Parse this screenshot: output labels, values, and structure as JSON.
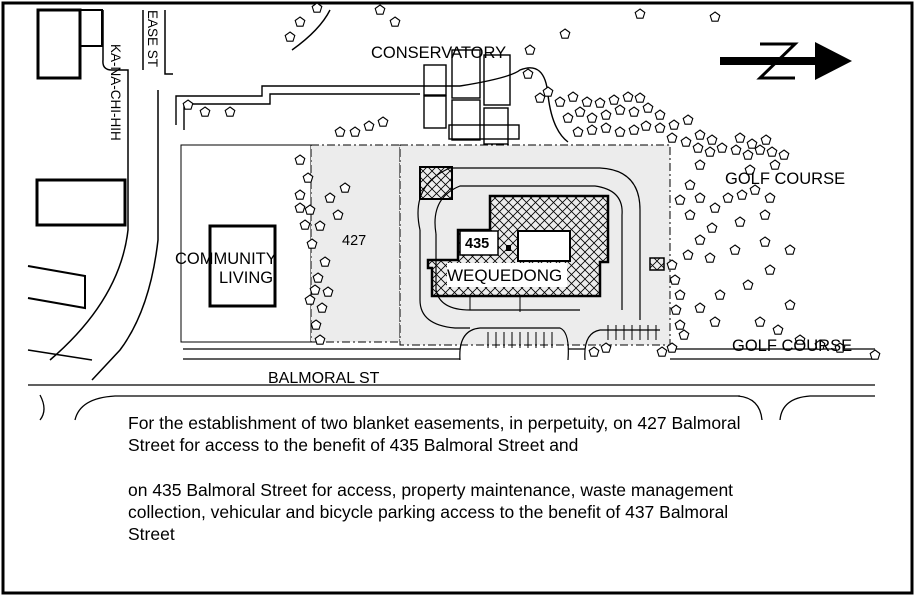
{
  "map": {
    "labels": {
      "conservatory": "CONSERVATORY",
      "golf_course_top": "GOLF COURSE",
      "golf_course_bottom": "GOLF COURSE",
      "community_living_line1": "COMMUNITY",
      "community_living_line2": "LIVING",
      "lot_427": "427",
      "lot_435": "435",
      "building_name": "WEQUEDONG",
      "street_balmoral": "BALMORAL ST",
      "street_kanachihih": "KA-NA-CHI-HIH",
      "street_ease": "EASE ST"
    },
    "north_arrow_icon": "north-arrow-icon",
    "tree_icon": "tree-icon"
  },
  "caption": {
    "paragraph1": "For the establishment of two blanket easements, in perpetuity, on 427 Balmoral Street for access to the benefit of 435 Balmoral Street and",
    "paragraph2": "on 435 Balmoral Street for access, property maintenance, waste management collection, vehicular and bicycle parking access to the benefit of 437 Balmoral Street"
  }
}
